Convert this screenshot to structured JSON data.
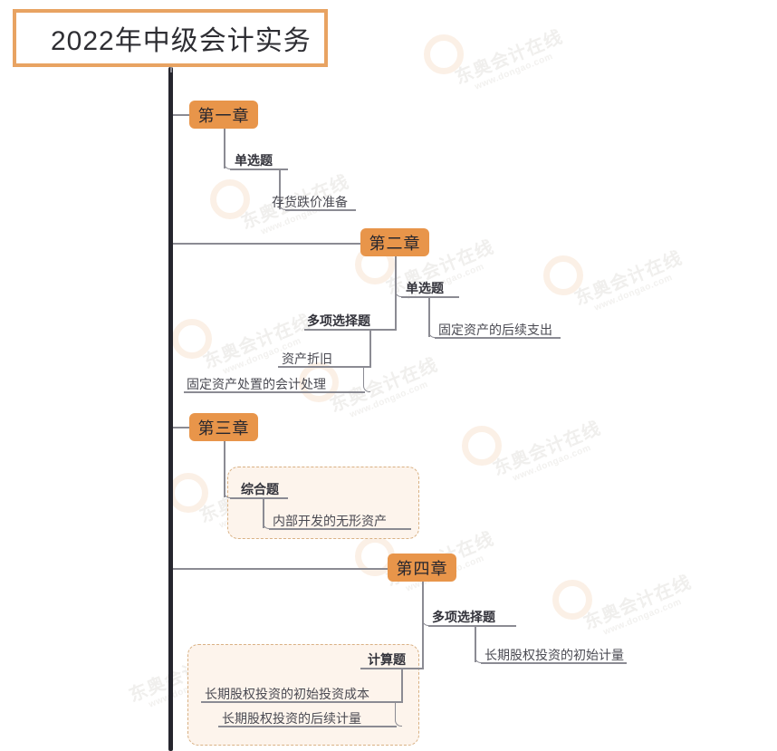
{
  "title": {
    "text": "2022年中级会计实务"
  },
  "watermark": {
    "brand_cn": "东奥会计在线",
    "brand_url": "www.dongao.com"
  },
  "colors": {
    "chapter_fill": "#e8954a",
    "title_border": "#e8a362",
    "trunk": "#26262e",
    "connector": "#8b8b93",
    "group_border": "#d9b184",
    "group_fill": "#fdf4ec",
    "text": "#3a3a42"
  },
  "chapters": [
    {
      "label": "第一章",
      "question_types": [
        {
          "label": "单选题",
          "topics": [
            "存货跌价准备"
          ]
        }
      ]
    },
    {
      "label": "第二章",
      "question_types": [
        {
          "label": "单选题",
          "topics": [
            "固定资产的后续支出"
          ]
        },
        {
          "label": "多项选择题",
          "topics": [
            "资产折旧",
            "固定资产处置的会计处理"
          ]
        }
      ]
    },
    {
      "label": "第三章",
      "question_types": [
        {
          "label": "综合题",
          "topics": [
            "内部开发的无形资产"
          ]
        }
      ]
    },
    {
      "label": "第四章",
      "question_types": [
        {
          "label": "多项选择题",
          "topics": [
            "长期股权投资的初始计量"
          ]
        },
        {
          "label": "计算题",
          "topics": [
            "长期股权投资的初始投资成本",
            "长期股权投资的后续计量"
          ]
        }
      ]
    }
  ]
}
